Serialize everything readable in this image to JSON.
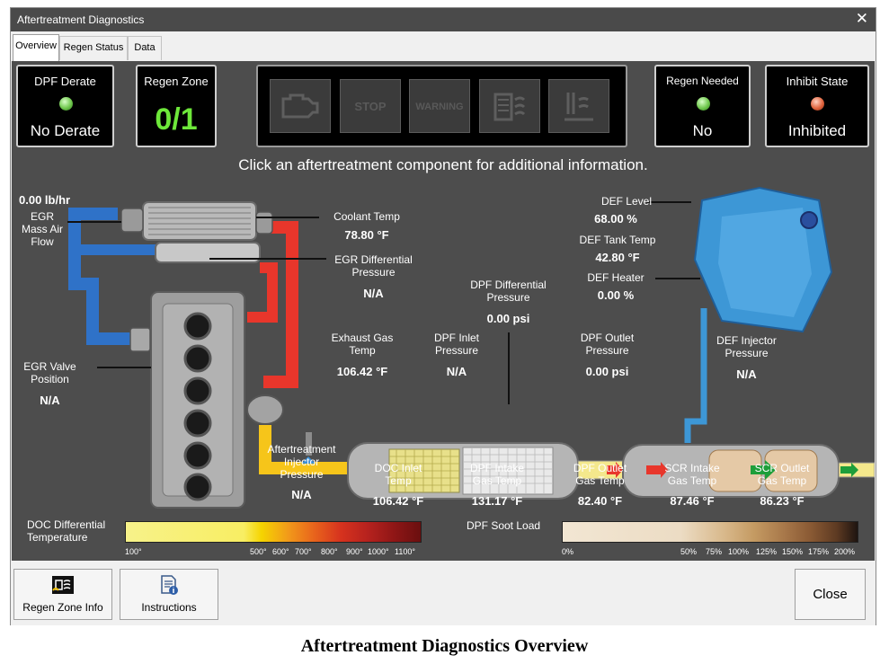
{
  "window": {
    "title": "Aftertreatment Diagnostics",
    "close_symbol": "✕"
  },
  "tabs": [
    {
      "label": "Overview",
      "active": true
    },
    {
      "label": "Regen Status",
      "active": false
    },
    {
      "label": "Data",
      "active": false
    }
  ],
  "status": {
    "dpf_derate": {
      "label": "DPF Derate",
      "value": "No Derate",
      "led": "green"
    },
    "regen_zone": {
      "label": "Regen Zone",
      "value": "0/1"
    },
    "warning_icons": [
      {
        "name": "check-engine-lamp",
        "text": ""
      },
      {
        "name": "stop-lamp",
        "text": "STOP"
      },
      {
        "name": "warning-lamp",
        "text": "WARNING"
      },
      {
        "name": "dpf-lamp",
        "text": ""
      },
      {
        "name": "hest-lamp",
        "text": ""
      }
    ],
    "regen_needed": {
      "label": "Regen Needed",
      "value": "No",
      "led": "green"
    },
    "inhibit_state": {
      "label": "Inhibit State",
      "value": "Inhibited",
      "led": "red"
    }
  },
  "instruction": "Click an aftertreatment component for additional information.",
  "readings": {
    "egr_mass_air_flow": {
      "value": "0.00 lb/hr",
      "label": "EGR\nMass Air\nFlow"
    },
    "coolant_temp": {
      "label": "Coolant Temp",
      "value": "78.80 °F"
    },
    "egr_diff_pressure": {
      "label": "EGR Differential\nPressure",
      "value": "N/A"
    },
    "egr_valve_position": {
      "label": "EGR Valve\nPosition",
      "value": "N/A"
    },
    "exhaust_gas_temp": {
      "label": "Exhaust Gas\nTemp",
      "value": "106.42 °F"
    },
    "dpf_diff_pressure": {
      "label": "DPF Differential\nPressure",
      "value": "0.00 psi"
    },
    "dpf_inlet_pressure": {
      "label": "DPF Inlet\nPressure",
      "value": "N/A"
    },
    "dpf_outlet_pressure": {
      "label": "DPF Outlet\nPressure",
      "value": "0.00 psi"
    },
    "def_level": {
      "label": "DEF Level",
      "value": "68.00 %"
    },
    "def_tank_temp": {
      "label": "DEF Tank Temp",
      "value": "42.80 °F"
    },
    "def_heater": {
      "label": "DEF Heater",
      "value": "0.00 %"
    },
    "def_injector_pressure": {
      "label": "DEF Injector\nPressure",
      "value": "N/A"
    },
    "at_injector_pressure": {
      "label": "Aftertreatment\nInjector\nPressure",
      "value": "N/A"
    },
    "doc_inlet_temp": {
      "label": "DOC Inlet\nTemp",
      "value": "106.42 °F"
    },
    "dpf_intake_gas_temp": {
      "label": "DPF Intake\nGas Temp",
      "value": "131.17 °F"
    },
    "dpf_outlet_gas_temp": {
      "label": "DPF Outlet\nGas Temp",
      "value": "82.40 °F"
    },
    "scr_intake_gas_temp": {
      "label": "SCR Intake\nGas Temp",
      "value": "87.46 °F"
    },
    "scr_outlet_gas_temp": {
      "label": "SCR Outlet\nGas Temp",
      "value": "86.23 °F"
    }
  },
  "scales": {
    "doc_diff_temp": {
      "label": "DOC Differential\nTemperature",
      "ticks": [
        "100°",
        "500°",
        "600°",
        "700°",
        "800°",
        "900°",
        "1000°",
        "1100°"
      ]
    },
    "dpf_soot_load": {
      "label": "DPF Soot Load",
      "ticks": [
        "0%",
        "50%",
        "75%",
        "100%",
        "125%",
        "150%",
        "175%",
        "200%"
      ]
    }
  },
  "footer": {
    "regen_zone_info": "Regen Zone Info",
    "instructions": "Instructions",
    "close": "Close"
  },
  "caption": "Aftertreatment Diagnostics Overview",
  "colors": {
    "window_bg": "#4d4d4d",
    "led_green": "#6fc74d",
    "led_red": "#e0643e",
    "regen_zone_value": "#6ee83a",
    "coolant_pipe": "#e8362b",
    "air_pipe": "#2f72c8",
    "def_tank": "#3d97d6"
  }
}
